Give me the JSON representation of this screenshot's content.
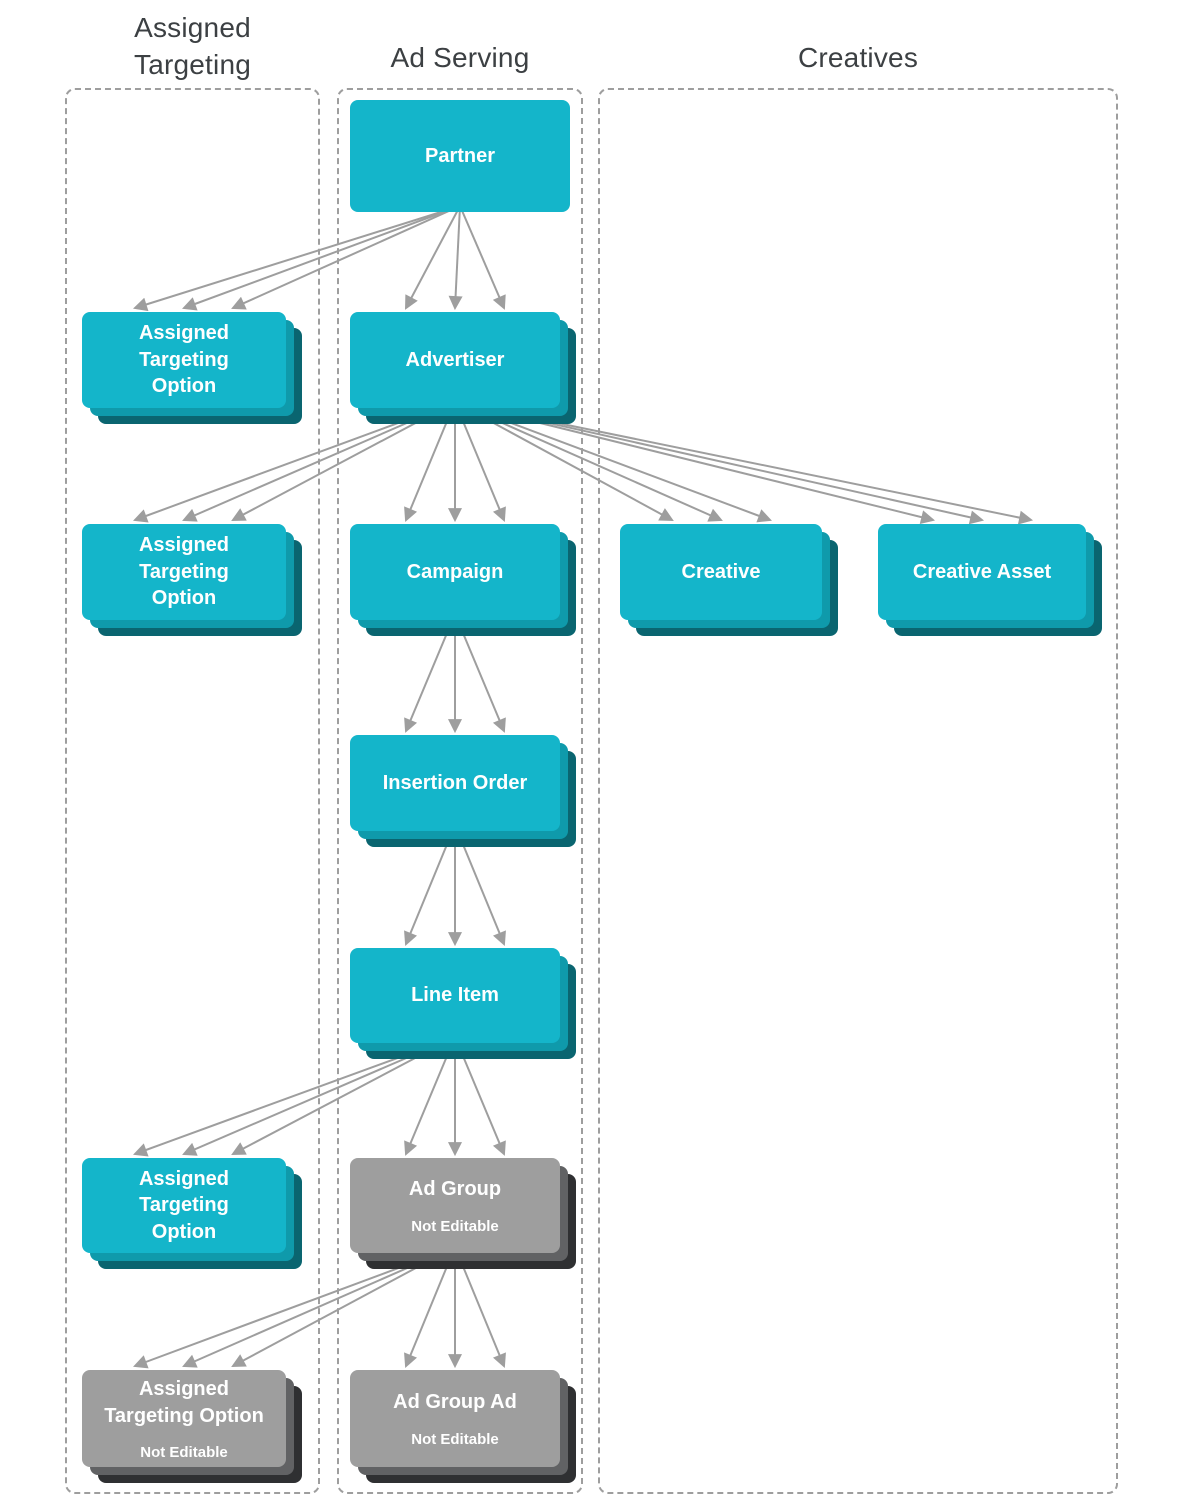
{
  "columns": {
    "assigned_targeting": {
      "title": "Assigned\nTargeting"
    },
    "ad_serving": {
      "title": "Ad Serving"
    },
    "creatives": {
      "title": "Creatives"
    }
  },
  "nodes": {
    "partner": {
      "label": "Partner",
      "editable": true
    },
    "advertiser": {
      "label": "Advertiser",
      "editable": true
    },
    "campaign": {
      "label": "Campaign",
      "editable": true
    },
    "insertion_order": {
      "label": "Insertion Order",
      "editable": true
    },
    "line_item": {
      "label": "Line Item",
      "editable": true
    },
    "ad_group": {
      "label": "Ad Group",
      "subtitle": "Not Editable",
      "editable": false
    },
    "ad_group_ad": {
      "label": "Ad Group Ad",
      "subtitle": "Not Editable",
      "editable": false
    },
    "ato_partner": {
      "label": "Assigned\nTargeting\nOption",
      "editable": true
    },
    "ato_advertiser": {
      "label": "Assigned\nTargeting\nOption",
      "editable": true
    },
    "ato_line_item": {
      "label": "Assigned\nTargeting\nOption",
      "editable": true
    },
    "ato_ad_group": {
      "label": "Assigned\nTargeting Option",
      "subtitle": "Not Editable",
      "editable": false
    },
    "creative": {
      "label": "Creative",
      "editable": true
    },
    "creative_asset": {
      "label": "Creative Asset",
      "editable": true
    }
  },
  "edges": [
    {
      "from": "partner",
      "to": "ato_partner"
    },
    {
      "from": "partner",
      "to": "advertiser"
    },
    {
      "from": "advertiser",
      "to": "ato_advertiser"
    },
    {
      "from": "advertiser",
      "to": "campaign"
    },
    {
      "from": "advertiser",
      "to": "creative"
    },
    {
      "from": "advertiser",
      "to": "creative_asset"
    },
    {
      "from": "campaign",
      "to": "insertion_order"
    },
    {
      "from": "insertion_order",
      "to": "line_item"
    },
    {
      "from": "line_item",
      "to": "ato_line_item"
    },
    {
      "from": "line_item",
      "to": "ad_group"
    },
    {
      "from": "ad_group",
      "to": "ato_ad_group"
    },
    {
      "from": "ad_group",
      "to": "ad_group_ad"
    }
  ],
  "colors": {
    "editable_front": "#14b5ca",
    "editable_mid": "#0f9aab",
    "editable_back": "#0a6570",
    "not_editable_front": "#9e9e9e",
    "not_editable_mid": "#616264",
    "not_editable_back": "#2f3032",
    "arrow": "#9e9e9e",
    "panel_border": "#9e9e9e",
    "title_text": "#3c4043",
    "node_text": "#ffffff"
  }
}
